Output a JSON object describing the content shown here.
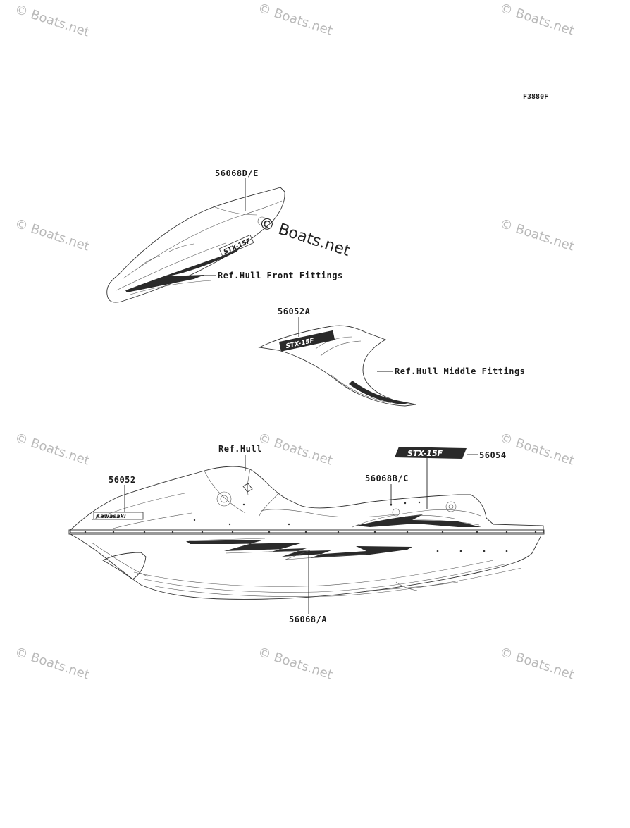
{
  "figure_code": "F3880F",
  "watermark": {
    "text": "© Boats.net",
    "center_text": "© Boats.net"
  },
  "callouts": {
    "front_decal": "56068D/E",
    "front_ref": "Ref.Hull Front Fittings",
    "middle_decal": "56052A",
    "middle_ref": "Ref.Hull Middle Fittings",
    "hull_ref": "Ref.Hull",
    "side_logo": "56052",
    "rear_stripe": "56068B/C",
    "rear_logo": "56054",
    "main_stripe": "56068/A"
  },
  "decals": {
    "front_brand": "STX-15F",
    "middle_brand": "STX-15F",
    "side_brand": "Kawasaki",
    "rear_brand": "STX-15F"
  }
}
